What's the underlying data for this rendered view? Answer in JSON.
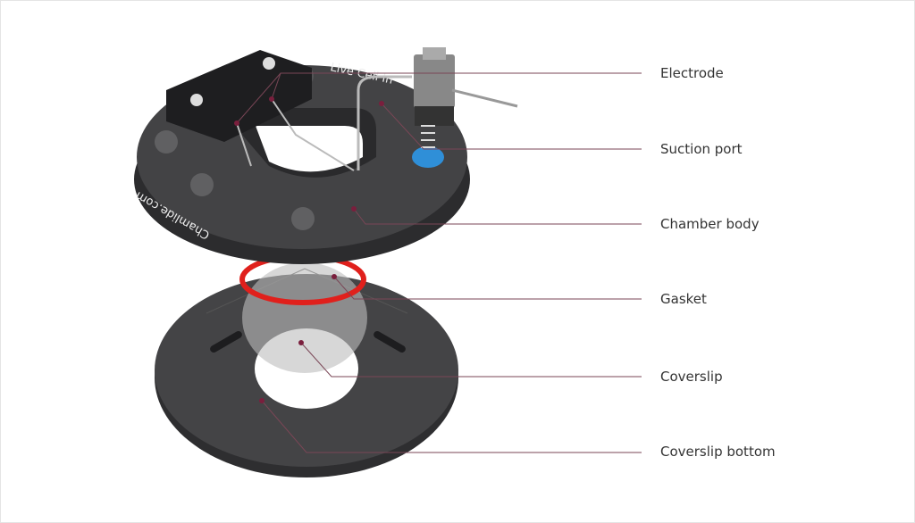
{
  "labels": {
    "electrode": "Electrode",
    "suction_port": "Suction port",
    "chamber_body": "Chamber body",
    "gasket": "Gasket",
    "coverslip": "Coverslip",
    "coverslip_bottom": "Coverslip bottom"
  },
  "engravings": {
    "top": "Live Cell In",
    "side": "Chamlide.com"
  },
  "colors": {
    "leader_line": "#7a4656",
    "body": "#3b3b3d",
    "gasket": "#e0201c",
    "suction_port": "#2f8fd8"
  }
}
